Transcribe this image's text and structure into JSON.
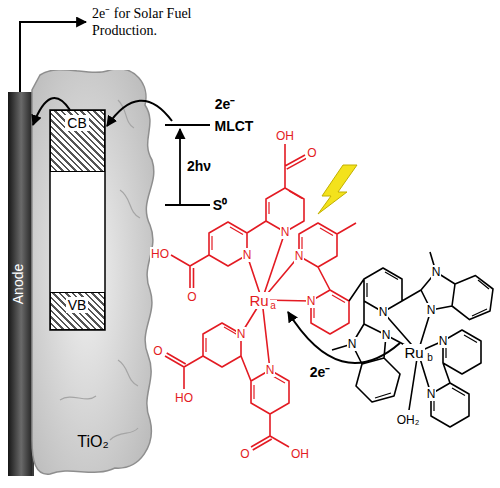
{
  "diagram": {
    "nodes": [
      {
        "text": [
          "Anode"
        ]
      },
      {
        "text": [
          "TiO₂"
        ]
      },
      {
        "text": [
          "CB"
        ],
        "in": 1
      },
      {
        "text": [
          "VB"
        ],
        "in": 1
      }
    ],
    "edges": [
      {
        "from": 2,
        "to": 0,
        "arrow": "to"
      }
    ],
    "labels": [
      "2e⁻ for Solar Fuel Production.",
      "2e⁻",
      "MLCT",
      "2hν",
      "S⁰",
      "OH",
      "O",
      "N",
      "N",
      "HO",
      "O",
      "Ru",
      "a",
      "N",
      "N",
      "N",
      "N",
      "O",
      "HO",
      "O",
      "OH",
      "N",
      "N",
      "N",
      "N",
      "N",
      "Ru",
      "b",
      "N",
      "2e⁻",
      "N",
      "OH₂"
    ]
  }
}
